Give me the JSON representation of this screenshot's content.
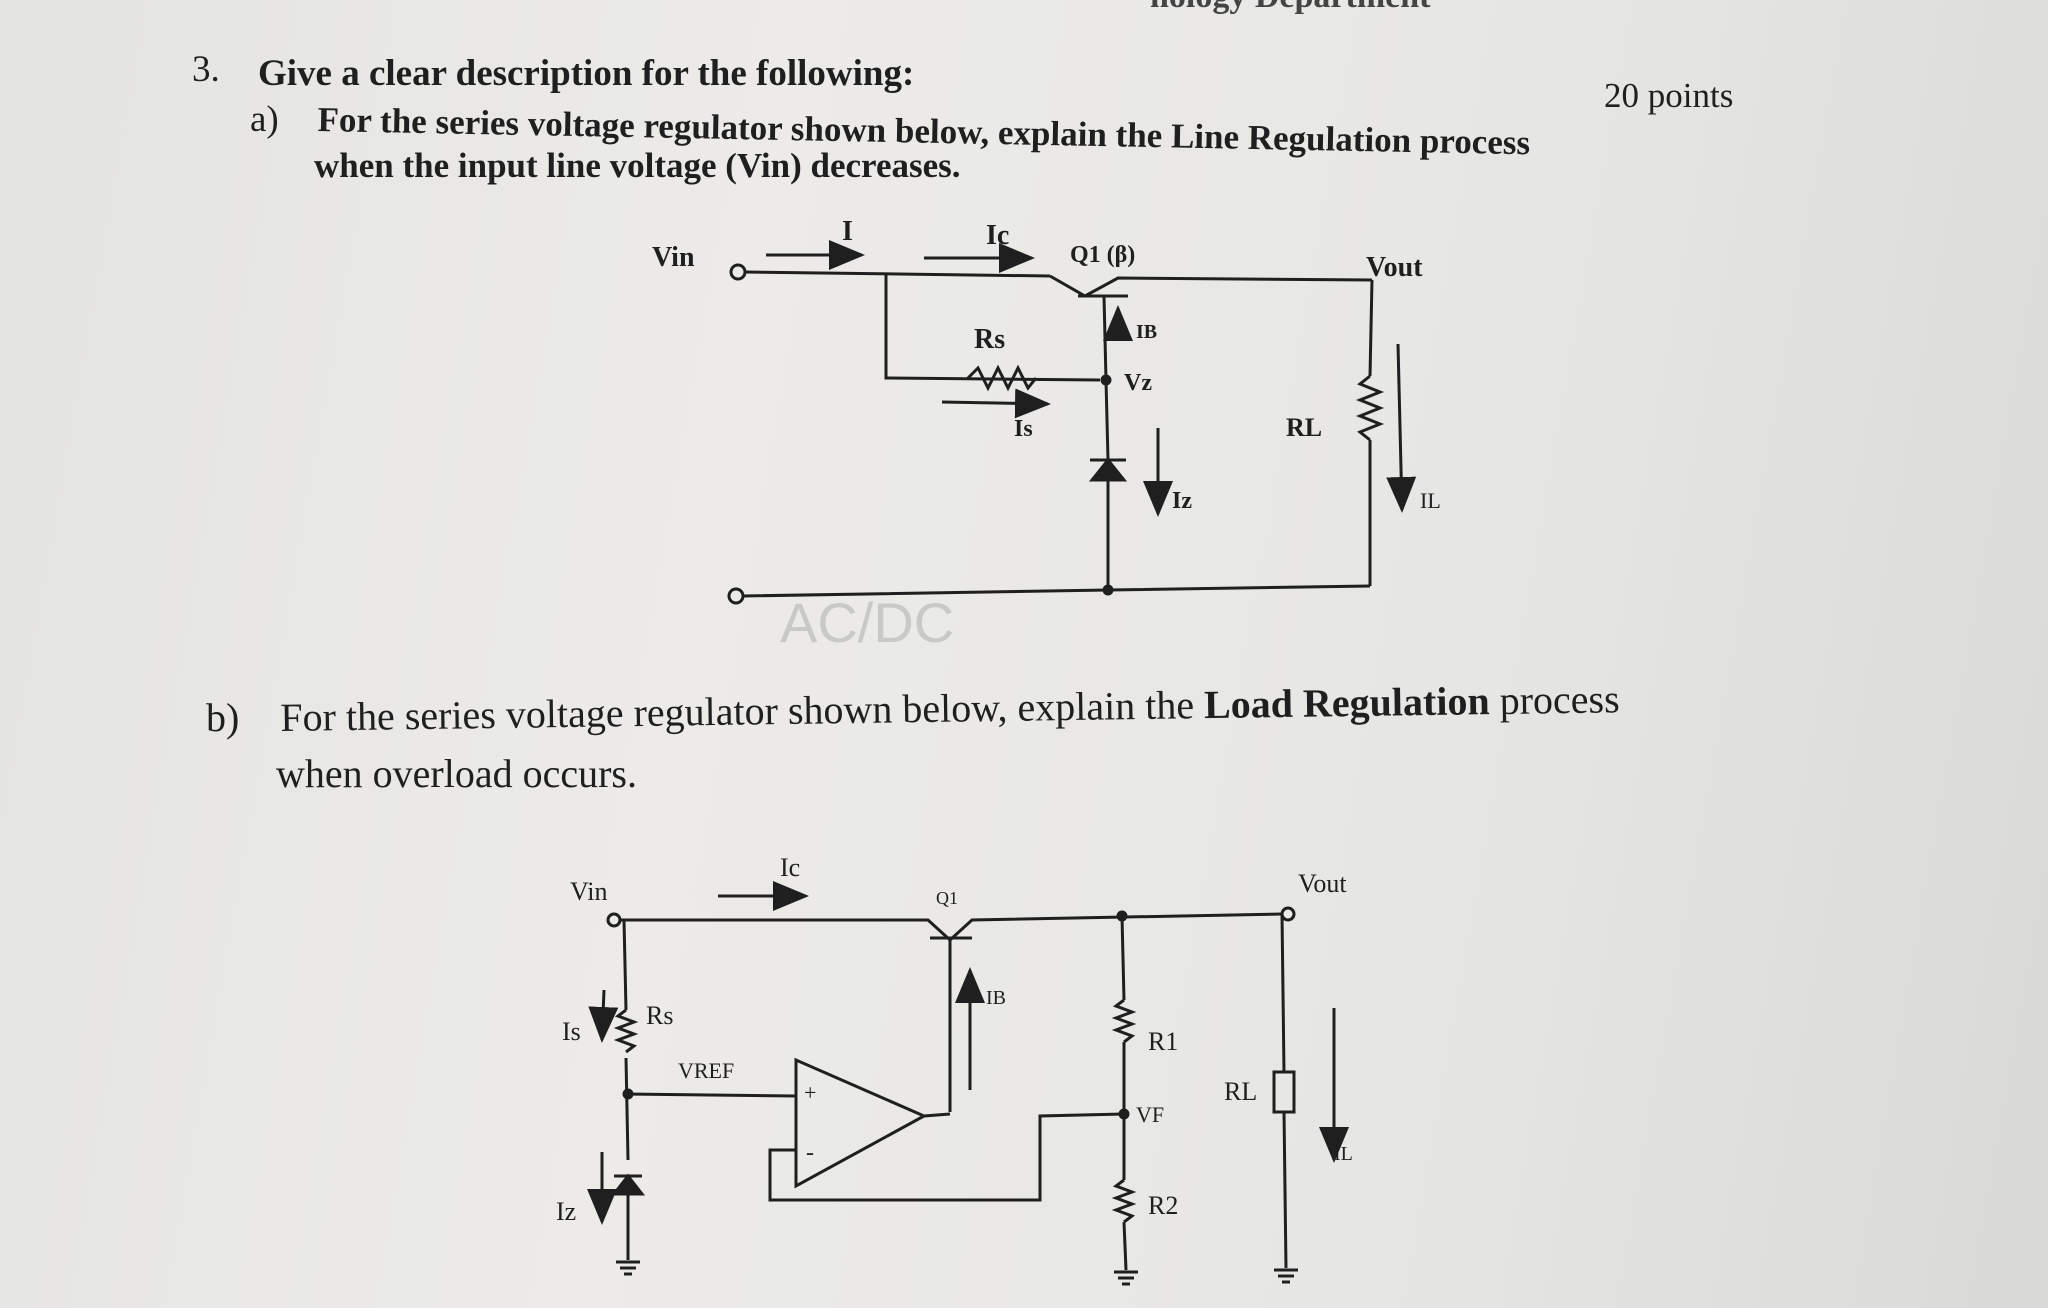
{
  "header": {
    "partial": "nology Department"
  },
  "question": {
    "number": "3.",
    "title": "Give a clear description for the following:",
    "points": "20 points"
  },
  "part_a": {
    "label": "a)",
    "line1_pre": "For the series voltage regulator shown below, explain the ",
    "line1_kw": "Line Regulation",
    "line1_post": " process",
    "line2": "when the input line voltage (Vin) decreases."
  },
  "part_b": {
    "label": "b)",
    "line1_pre": "For the series voltage regulator shown below, explain the ",
    "line1_kw": "Load Regulation",
    "line1_post": " process",
    "line2": "when overload occurs."
  },
  "circuit_a": {
    "vin": "Vin",
    "i": "I",
    "ic": "Ic",
    "q1": "Q1 (β)",
    "vout": "Vout",
    "ib": "IB",
    "rs": "Rs",
    "vz": "Vz",
    "is": "Is",
    "iz": "Iz",
    "rl": "RL",
    "il": "IL"
  },
  "circuit_b": {
    "vin": "Vin",
    "ic": "Ic",
    "q1": "Q1",
    "vout": "Vout",
    "is": "Is",
    "rs": "Rs",
    "ib": "IB",
    "r1": "R1",
    "vref": "VREF",
    "rl": "RL",
    "vf": "VF",
    "iz": "Iz",
    "il": "IL",
    "r2": "R2",
    "plus": "+",
    "minus": "-"
  },
  "ghost_text": {
    "ac_dc": "AC/DC"
  }
}
